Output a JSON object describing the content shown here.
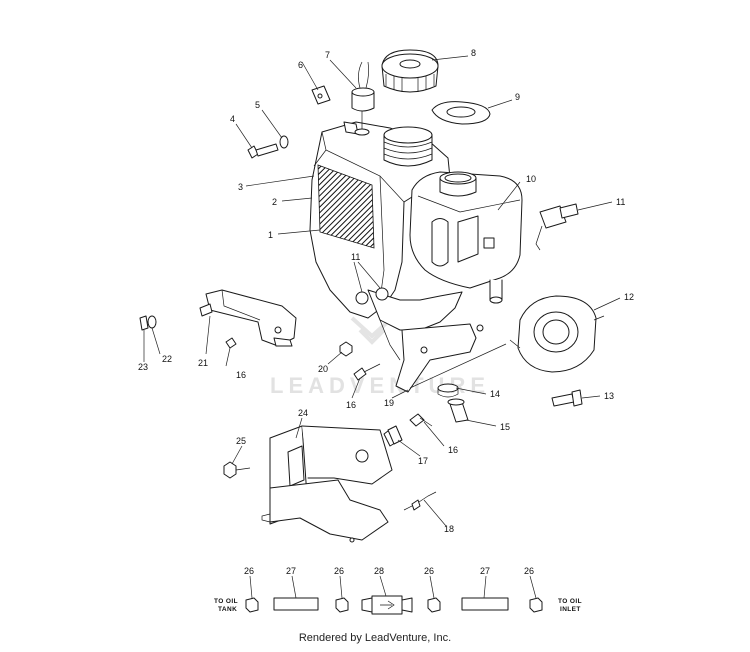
{
  "watermark": "LEADVENTURE",
  "footer": "Rendered by LeadVenture, Inc.",
  "bottom_labels": {
    "left_line1": "TO OIL",
    "left_line2": "TANK",
    "right_line1": "TO OIL",
    "right_line2": "INLET"
  },
  "callouts": {
    "c1": "1",
    "c2": "2",
    "c3": "3",
    "c4": "4",
    "c5": "5",
    "c6": "6",
    "c7": "7",
    "c8": "8",
    "c9": "9",
    "c10": "10",
    "c11a": "11",
    "c11b": "11",
    "c12": "12",
    "c13": "13",
    "c14": "14",
    "c15": "15",
    "c16a": "16",
    "c16b": "16",
    "c16c": "16",
    "c17": "17",
    "c18": "18",
    "c19": "19",
    "c20": "20",
    "c21": "21",
    "c22": "22",
    "c23": "23",
    "c24": "24",
    "c25": "25",
    "c26a": "26",
    "c26b": "26",
    "c26c": "26",
    "c26d": "26",
    "c27a": "27",
    "c27b": "27",
    "c28": "28"
  }
}
